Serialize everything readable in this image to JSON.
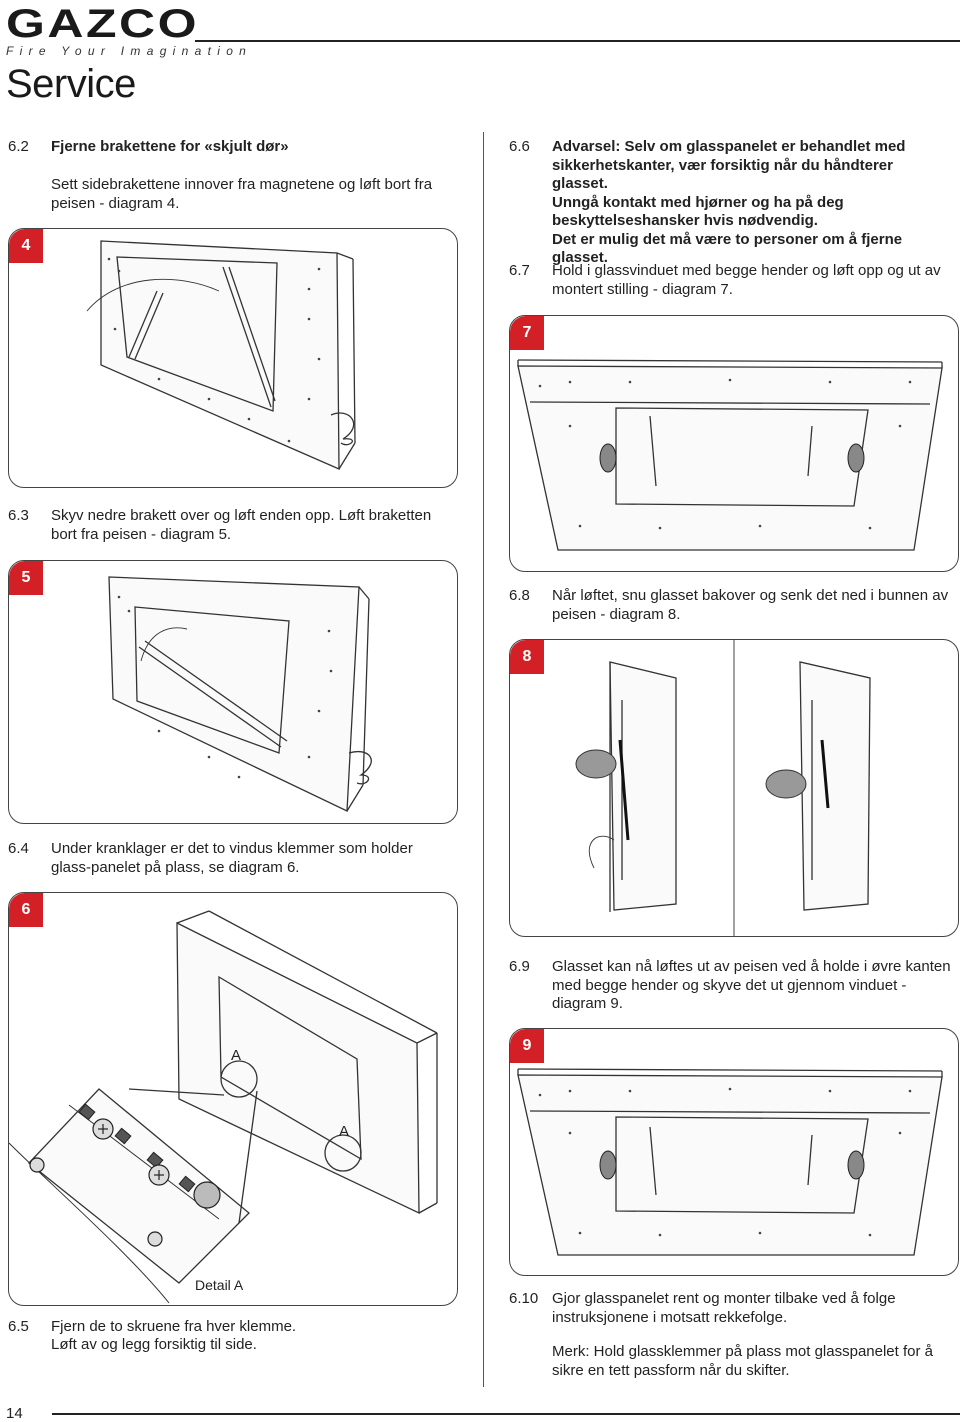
{
  "header": {
    "brand": "GAZCO",
    "tagline": "Fire Your Imagination",
    "title": "Service"
  },
  "left": {
    "s62": {
      "num": "6.2",
      "heading": "Fjerne brakettene for «skjult dør»",
      "text": "Sett sidebrakettene innover fra magnetene og løft bort fra peisen - diagram 4."
    },
    "d4": {
      "tab": "4"
    },
    "s63": {
      "num": "6.3",
      "text": "Skyv nedre brakett over og løft enden opp. Løft braketten bort fra peisen - diagram 5."
    },
    "d5": {
      "tab": "5"
    },
    "s64": {
      "num": "6.4",
      "text": "Under kranklager er det to vindus klemmer som holder glass-panelet på plass, se diagram 6."
    },
    "d6": {
      "tab": "6",
      "label_a1": "A",
      "label_a2": "A",
      "detail": "Detail A"
    },
    "s65": {
      "num": "6.5",
      "text1": "Fjern de to skruene fra hver klemme.",
      "text2": "Løft av og legg forsiktig til side."
    }
  },
  "right": {
    "s66": {
      "num": "6.6",
      "lines": [
        "Advarsel: Selv om glasspanelet er behandlet med",
        "sikkerhetskanter, vær forsiktig når du håndterer glasset.",
        "Unngå kontakt med hjørner og ha på deg",
        "beskyttelseshansker hvis nødvendig.",
        "Det er mulig det må være to personer om å fjerne",
        "glasset."
      ]
    },
    "s67": {
      "num": "6.7",
      "text": "Hold i glassvinduet med begge hender og løft opp og ut av montert stilling - diagram 7."
    },
    "d7": {
      "tab": "7"
    },
    "s68": {
      "num": "6.8",
      "text": "Når løftet, snu glasset bakover og senk det ned i bunnen av peisen - diagram 8."
    },
    "d8": {
      "tab": "8"
    },
    "s69": {
      "num": "6.9",
      "text": "Glasset kan nå løftes ut av peisen ved å holde i øvre kanten med begge hender og skyve det ut gjennom vinduet - diagram 9."
    },
    "d9": {
      "tab": "9"
    },
    "s610": {
      "num": "6.10",
      "text1": "Gjor glasspanelet rent og monter tilbake ved å folge instruksjonene i motsatt rekkefolge.",
      "text2": "Merk: Hold glassklemmer på plass mot glasspanelet for å sikre en tett passform når du skifter."
    }
  },
  "footer": {
    "page": "14"
  },
  "colors": {
    "accent": "#d31f26",
    "text": "#222222",
    "line": "#444444"
  }
}
